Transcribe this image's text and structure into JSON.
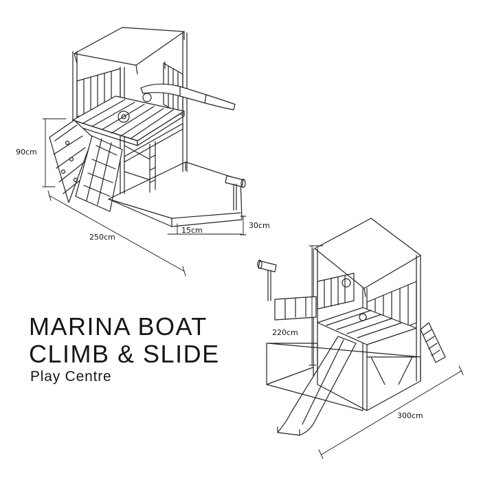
{
  "product": {
    "title_line1": "MARINA BOAT",
    "title_line2": "CLIMB & SLIDE",
    "subtitle": "Play Centre"
  },
  "dimensions": {
    "height_top_left": "90cm",
    "length_left": "250cm",
    "sandpit_side": "30cm",
    "sandpit_inner": "15cm",
    "height_right": "220cm",
    "length_right": "300cm"
  },
  "colors": {
    "line": "#1a1a1a",
    "text": "#161616",
    "background": "#ffffff"
  }
}
